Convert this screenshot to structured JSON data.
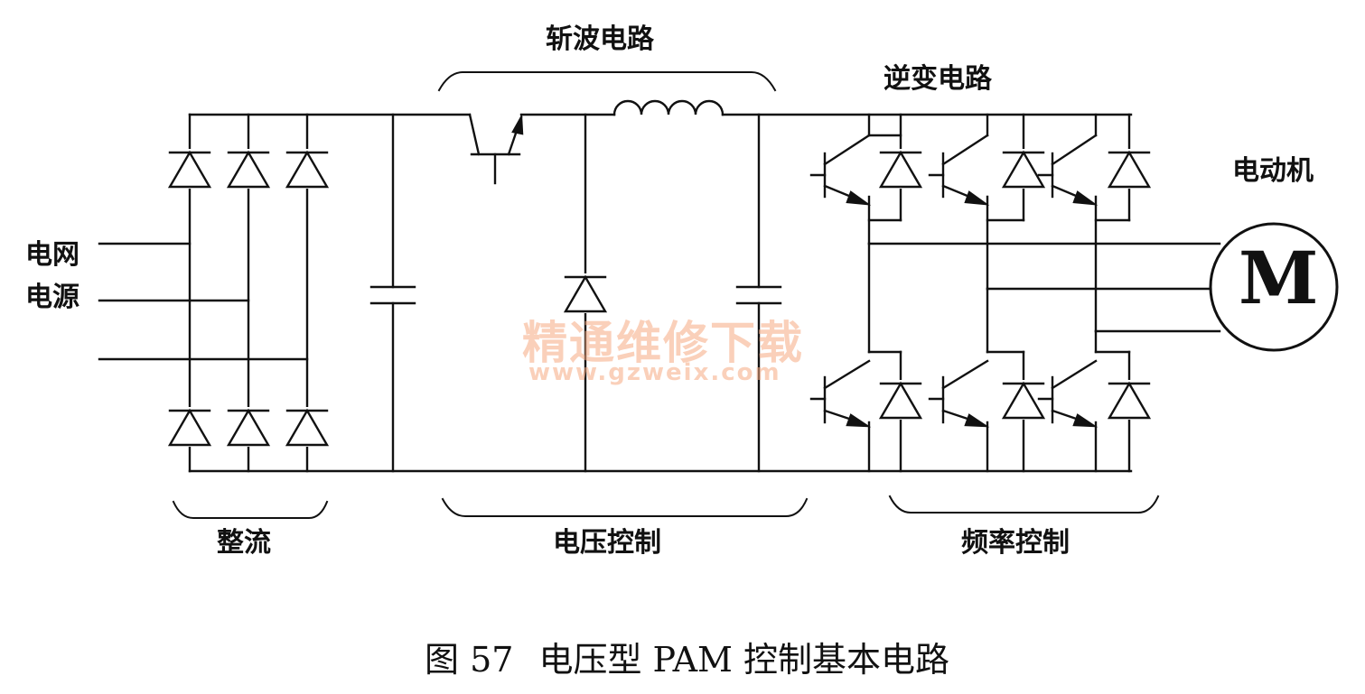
{
  "labels": {
    "chopper_circuit": "斩波电路",
    "inverter_circuit": "逆变电路",
    "motor": "电动机",
    "grid_source_line1": "电网",
    "grid_source_line2": "电源",
    "rectify": "整流",
    "voltage_control": "电压控制",
    "frequency_control": "频率控制",
    "motor_symbol": "M"
  },
  "caption": {
    "figure_number": "图 57",
    "title": "电压型 PAM 控制基本电路"
  },
  "watermark": {
    "text": "精通维修下载",
    "url": "www.gzweix.com"
  },
  "colors": {
    "line": "#111111",
    "watermark": "#f6aa82"
  }
}
